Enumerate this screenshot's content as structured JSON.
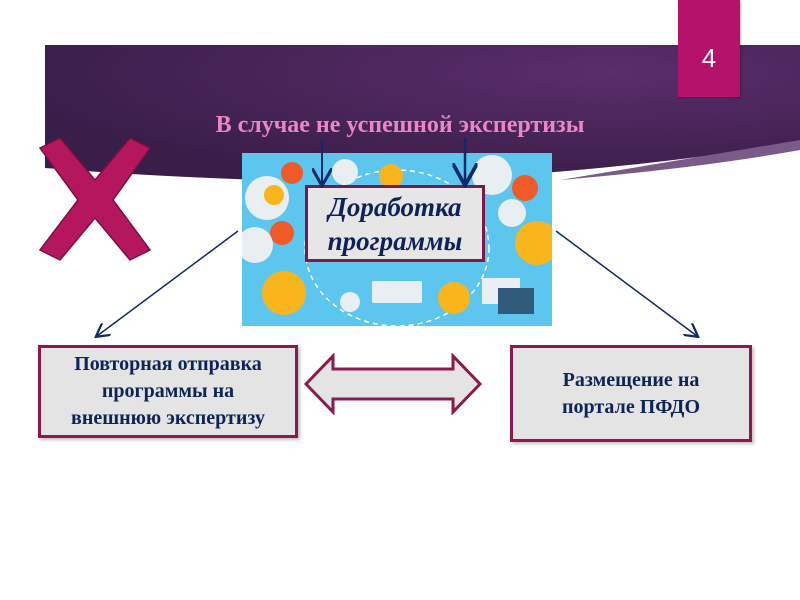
{
  "slide": {
    "page_number": "4",
    "title": "В случае не успешной экспертизы",
    "center_box": [
      "Доработка",
      "программы"
    ],
    "left_box": [
      "Повторная отправка",
      "программы на",
      "внешнюю экспертизу"
    ],
    "right_box": [
      "Размещение на",
      "портале ПФДО"
    ]
  },
  "colors": {
    "banner": "#4a2556",
    "accent": "#b5136b",
    "title": "#ea86c4",
    "text": "#0e2356",
    "box_fill": "#e4e4e4",
    "box_border": "#8b1a4e",
    "illustration_bg": "#5cc6ee"
  }
}
